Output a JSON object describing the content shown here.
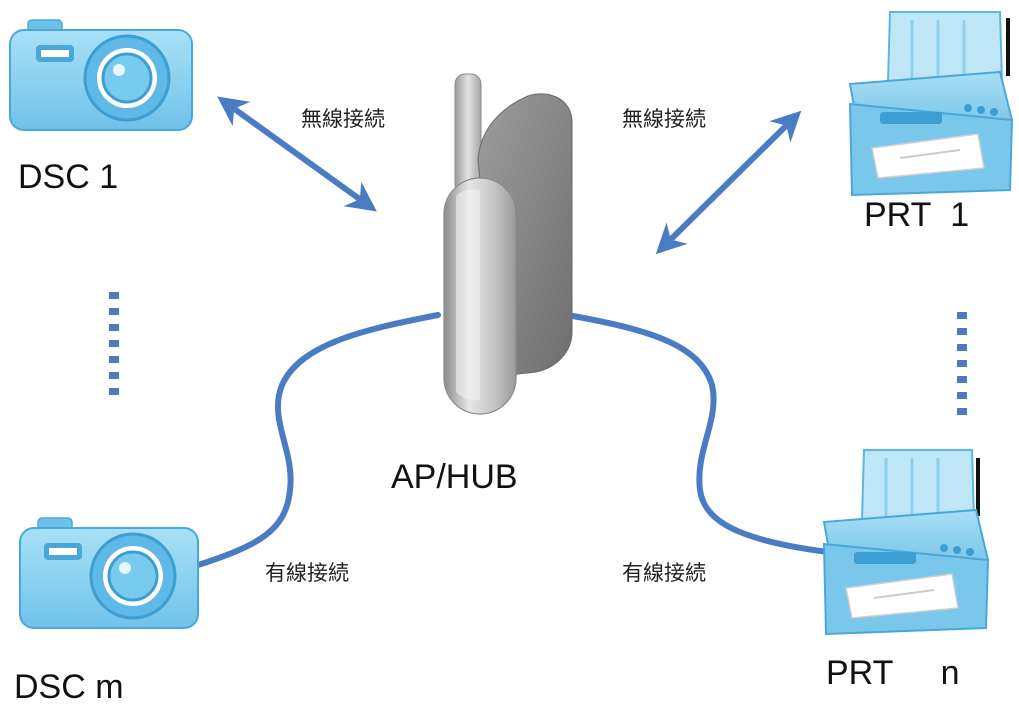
{
  "devices": {
    "camera_top": "DSC 1",
    "camera_bottom": "DSC m",
    "printer_top": "PRT  1",
    "printer_bottom": "PRT     n",
    "hub": "AP/HUB"
  },
  "links": {
    "wireless_left": "無線接続",
    "wireless_right": "無線接続",
    "wired_left": "有線接続",
    "wired_right": "有線接続"
  },
  "colors": {
    "connector": "#4a7cc4",
    "camera_body": "#8fd3f2",
    "printer_body": "#8fd0ef",
    "hub_body": "#b0b0b0"
  }
}
